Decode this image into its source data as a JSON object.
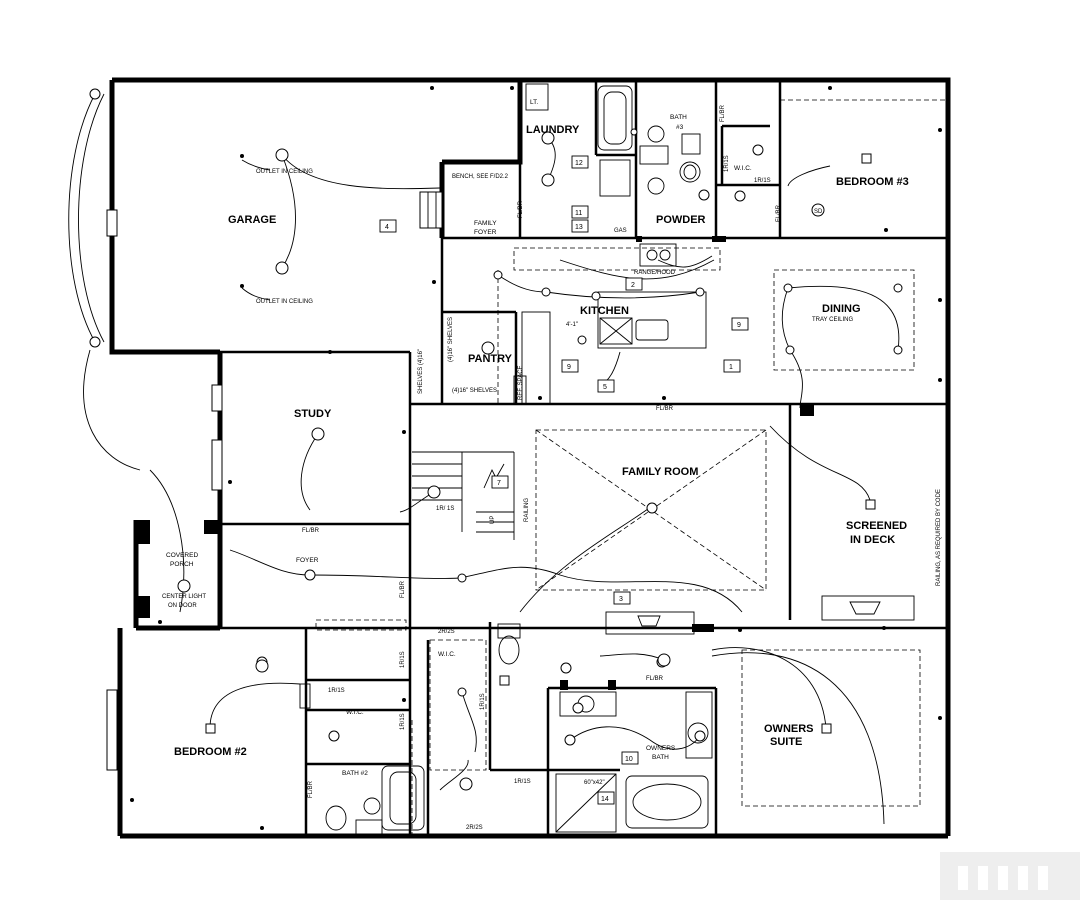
{
  "rooms": {
    "garage": "GARAGE",
    "laundry": "LAUNDRY",
    "lt": "LT.",
    "bath3": "BATH",
    "bath3_num": "#3",
    "wic_top": "W.I.C.",
    "bedroom3": "BEDROOM #3",
    "family_foyer_1": "FAMILY",
    "family_foyer_2": "FOYER",
    "powder": "POWDER",
    "kitchen": "KITCHEN",
    "pantry": "PANTRY",
    "dining": "DINING",
    "dining_sub": "TRAY CEILING",
    "study": "STUDY",
    "family_room": "FAMILY ROOM",
    "screened_1": "SCREENED",
    "screened_2": "IN DECK",
    "covered_porch_1": "COVERED",
    "covered_porch_2": "PORCH",
    "foyer": "FOYER",
    "bedroom2": "BEDROOM #2",
    "wic_mid": "W.I.C.",
    "wic_left": "W.I.C.",
    "bath2": "BATH #2",
    "owners_suite_1": "OWNERS",
    "owners_suite_2": "SUITE",
    "owners_bath_1": "OWNERS",
    "owners_bath_2": "BATH"
  },
  "notes": {
    "outlet_ceiling_1": "OUTLET IN CEILING",
    "outlet_ceiling_2": "OUTLET IN CEILING",
    "bench": "BENCH, SEE F/D2.2",
    "range_hood": "RANGE/HOOD",
    "shelves_v": "(4)16\" SHELVES",
    "shelves_h": "(4)16\" SHELVES",
    "shelves_small": "SHELVES (4)16\"",
    "center_light_1": "CENTER LIGHT",
    "center_light_2": "ON DOOR",
    "railing_code": "RAILING, AS REQUIRED BY CODE",
    "railing": "RAILING",
    "ref_space": "REF. SPACE",
    "gas": "GAS",
    "dim_kitchen": "4'-1\"",
    "dim_shower": "60\"x42\"",
    "up": "UP"
  },
  "switch_tags": {
    "fl_br_1": "FL/BR",
    "fl_br_2": "FL/BR",
    "fl_br_3": "FL/BR",
    "fl_br_4": "FL/BR",
    "fl_br_5": "FL/BR",
    "fl_br_6": "FL/BR",
    "fl_br_7": "FL/BR",
    "fl_br_8": "FL/BR",
    "r1s_1": "1R/1S",
    "r1s_2": "1R/1S",
    "r1s_3": "1R/ 1S",
    "r1s_4": "1R/1S",
    "r1s_5": "1R/1S",
    "r1s_6": "1R/1S",
    "r1s_7": "1R/1S",
    "r1s_8": "1R/1S",
    "r2s_1": "2R/2S",
    "r2s_2": "2R/2S",
    "sd": "SD"
  },
  "callouts": [
    "1",
    "2",
    "3",
    "4",
    "5",
    "9",
    "9",
    "10",
    "11",
    "12",
    "13",
    "14",
    "7"
  ]
}
